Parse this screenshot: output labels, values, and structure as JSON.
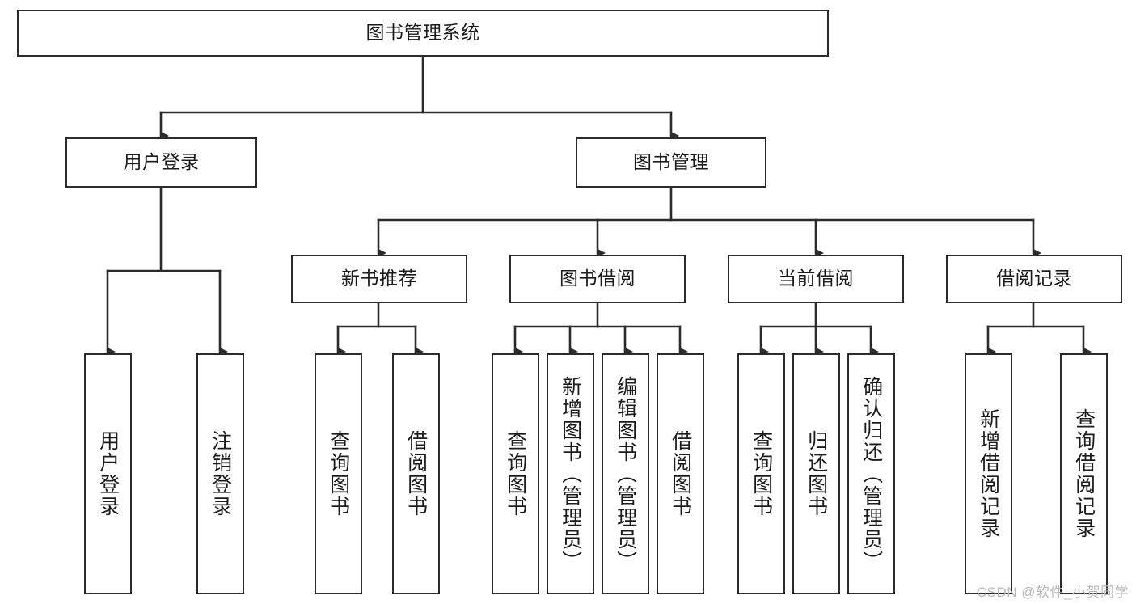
{
  "diagram": {
    "title": "图书管理系统",
    "type": "hierarchy-tree",
    "colors": {
      "box_border": "#2b2b2b",
      "box_fill": "#ffffff",
      "edge": "#2b2b2b",
      "text": "#1b1b1b",
      "watermark": "#b9b9b9",
      "background": "#ffffff"
    },
    "levels": [
      {
        "level": 1,
        "nodes": [
          {
            "id": "root",
            "label": "图书管理系统",
            "orientation": "horizontal"
          }
        ]
      },
      {
        "level": 2,
        "nodes": [
          {
            "id": "login",
            "label": "用户登录",
            "orientation": "horizontal",
            "parent": "root"
          },
          {
            "id": "bookmgmt",
            "label": "图书管理",
            "orientation": "horizontal",
            "parent": "root"
          }
        ]
      },
      {
        "level": 3,
        "nodes": [
          {
            "id": "newbook",
            "label": "新书推荐",
            "orientation": "horizontal",
            "parent": "bookmgmt"
          },
          {
            "id": "borrow",
            "label": "图书借阅",
            "orientation": "horizontal",
            "parent": "bookmgmt"
          },
          {
            "id": "current",
            "label": "当前借阅",
            "orientation": "horizontal",
            "parent": "bookmgmt"
          },
          {
            "id": "records",
            "label": "借阅记录",
            "orientation": "horizontal",
            "parent": "bookmgmt"
          }
        ]
      },
      {
        "level": 4,
        "nodes": [
          {
            "id": "leaf1",
            "label": "用户登录",
            "orientation": "vertical",
            "parent": "login"
          },
          {
            "id": "leaf2",
            "label": "注销登录",
            "orientation": "vertical",
            "parent": "login"
          },
          {
            "id": "leaf3",
            "label": "查询图书",
            "orientation": "vertical",
            "parent": "newbook"
          },
          {
            "id": "leaf4",
            "label": "借阅图书",
            "orientation": "vertical",
            "parent": "newbook"
          },
          {
            "id": "leaf5",
            "label": "查询图书",
            "orientation": "vertical",
            "parent": "borrow"
          },
          {
            "id": "leaf6",
            "label": "新增图书（管理员）",
            "orientation": "vertical",
            "parent": "borrow"
          },
          {
            "id": "leaf7",
            "label": "编辑图书（管理员）",
            "orientation": "vertical",
            "parent": "borrow"
          },
          {
            "id": "leaf8",
            "label": "借阅图书",
            "orientation": "vertical",
            "parent": "borrow"
          },
          {
            "id": "leaf9",
            "label": "查询图书",
            "orientation": "vertical",
            "parent": "current"
          },
          {
            "id": "leaf10",
            "label": "归还图书",
            "orientation": "vertical",
            "parent": "current"
          },
          {
            "id": "leaf11",
            "label": "确认归还（管理员）",
            "orientation": "vertical",
            "parent": "current"
          },
          {
            "id": "leaf12",
            "label": "新增借阅记录",
            "orientation": "vertical",
            "parent": "records"
          },
          {
            "id": "leaf13",
            "label": "查询借阅记录",
            "orientation": "vertical",
            "parent": "records"
          }
        ]
      }
    ]
  },
  "watermark": {
    "text": "CSDN @软件_小贺同学"
  }
}
